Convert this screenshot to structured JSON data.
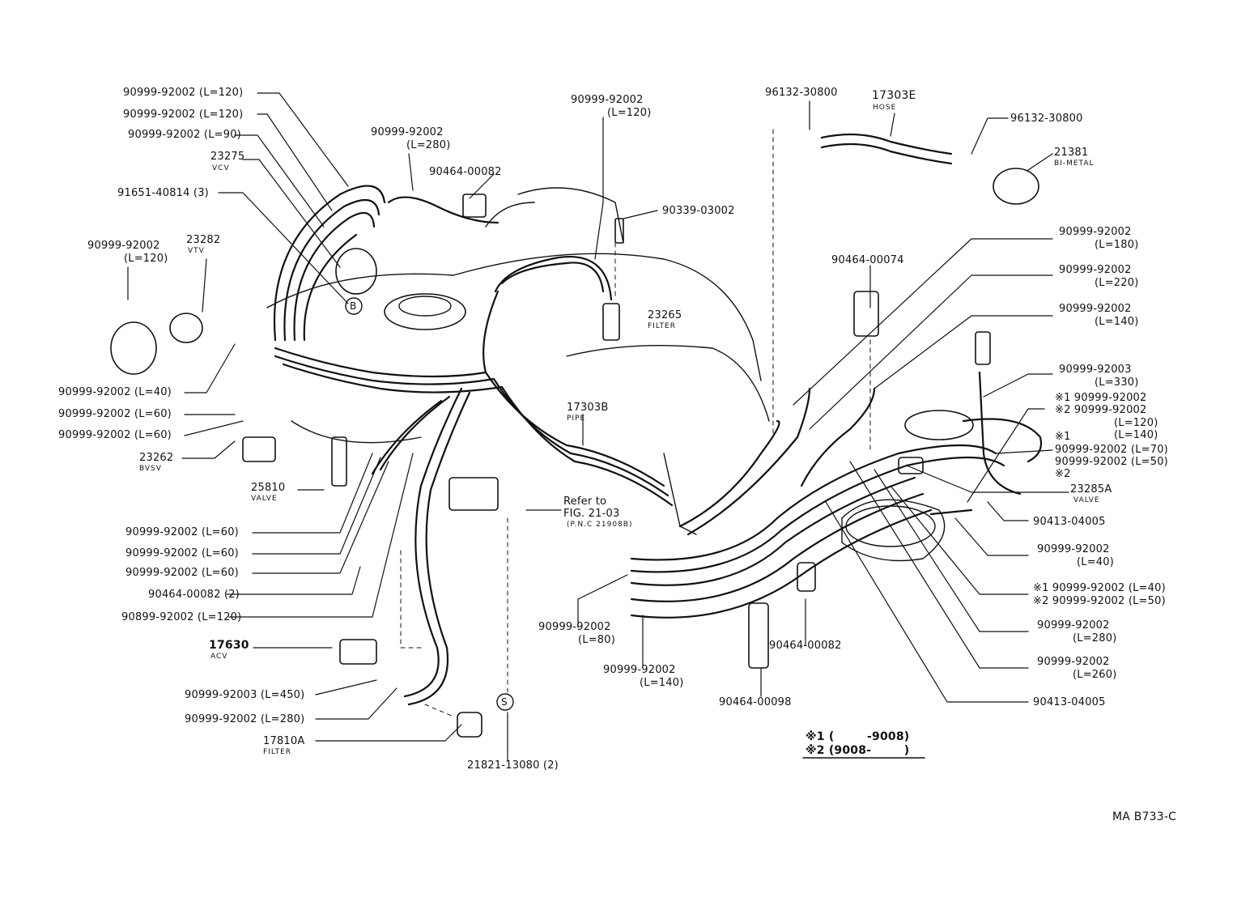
{
  "labels": {
    "p_90999_92002_l120_a": "90999-92002 (L=120)",
    "p_90999_92002_l120_b": "90999-92002 (L=120)",
    "p_90999_92002_l90": "90999-92002 (L=90)",
    "p_23275": "23275",
    "p_23275_sub": "VCV",
    "p_91651_40814": "91651-40814 (3)",
    "p_90999_92002_l120_c1": "90999-92002",
    "p_90999_92002_l120_c2": "(L=120)",
    "p_23282": "23282",
    "p_23282_sub": "VTV",
    "p_90999_92002_l280_top1": "90999-92002",
    "p_90999_92002_l280_top2": "(L=280)",
    "p_90464_00082_top": "90464-00082",
    "p_90999_92002_l120_d1": "90999-92002",
    "p_90999_92002_l120_d2": "(L=120)",
    "p_90339_03002": "90339-03002",
    "p_23265": "23265",
    "p_23265_sub": "FILTER",
    "p_96132_30800_a": "96132-30800",
    "p_17303E": "17303E",
    "p_17303E_sub": "HOSE",
    "p_96132_30800_b": "96132-30800",
    "p_21381": "21381",
    "p_21381_sub": "BI-METAL",
    "p_90464_00074": "90464-00074",
    "p_r_l180_1": "90999-92002",
    "p_r_l180_2": "(L=180)",
    "p_r_l220_1": "90999-92002",
    "p_r_l220_2": "(L=220)",
    "p_r_l140_1": "90999-92002",
    "p_r_l140_2": "(L=140)",
    "p_r_l330_1": "90999-92003",
    "p_r_l330_2": "(L=330)",
    "p_r_m1_1": "※1 90999-92002",
    "p_r_m2_1": "※2 90999-92002",
    "p_r_m_l120": "(L=120)",
    "p_r_m_l140": "(L=140)",
    "p_r_m1_b": "※1",
    "p_r_l70": "90999-92002 (L=70)",
    "p_r_l50": "90999-92002 (L=50)",
    "p_r_m2_b": "※2",
    "p_23285A": "23285A",
    "p_23285A_sub": "VALVE",
    "p_90413_04005_a": "90413-04005",
    "p_r_l40_1": "90999-92002",
    "p_r_l40_2": "(L=40)",
    "p_r_m1_l40": "※1 90999-92002 (L=40)",
    "p_r_m2_l50": "※2 90999-92002 (L=50)",
    "p_r_l280_1": "90999-92002",
    "p_r_l280_2": "(L=280)",
    "p_r_l260_1": "90999-92002",
    "p_r_l260_2": "(L=260)",
    "p_90413_04005_b": "90413-04005",
    "p_l_l40": "90999-92002 (L=40)",
    "p_l_l60_a": "90999-92002 (L=60)",
    "p_l_l60_b": "90999-92002 (L=60)",
    "p_23262": "23262",
    "p_23262_sub": "BVSV",
    "p_25810": "25810",
    "p_25810_sub": "VALVE",
    "p_17303B": "17303B",
    "p_17303B_sub": "PIPE",
    "p_refer_1": "Refer to",
    "p_refer_2": "FIG. 21-03",
    "p_refer_3": "(P.N.C 21908B)",
    "p_l_l60_c": "90999-92002 (L=60)",
    "p_l_l60_d": "90999-92002 (L=60)",
    "p_l_l60_e": "90999-92002 (L=60)",
    "p_90464_00082_2": "90464-00082 (2)",
    "p_90899_92002": "90899-92002 (L=120)",
    "p_17630": "17630",
    "p_17630_sub": "ACV",
    "p_l_l450": "90999-92003 (L=450)",
    "p_l_l280": "90999-92002 (L=280)",
    "p_17810A": "17810A",
    "p_17810A_sub": "FILTER",
    "p_21821": "21821-13080 (2)",
    "p_c_l80_1": "90999-92002",
    "p_c_l80_2": "(L=80)",
    "p_c_l140_1": "90999-92002",
    "p_c_l140_2": "(L=140)",
    "p_90464_00098": "90464-00098",
    "p_90464_00082_c": "90464-00082",
    "legend_1": "※1 (        -9008)",
    "legend_2": "※2 (9008-        )",
    "ref_code": "MA B733-C",
    "marker_b": "B",
    "marker_s": "S"
  }
}
